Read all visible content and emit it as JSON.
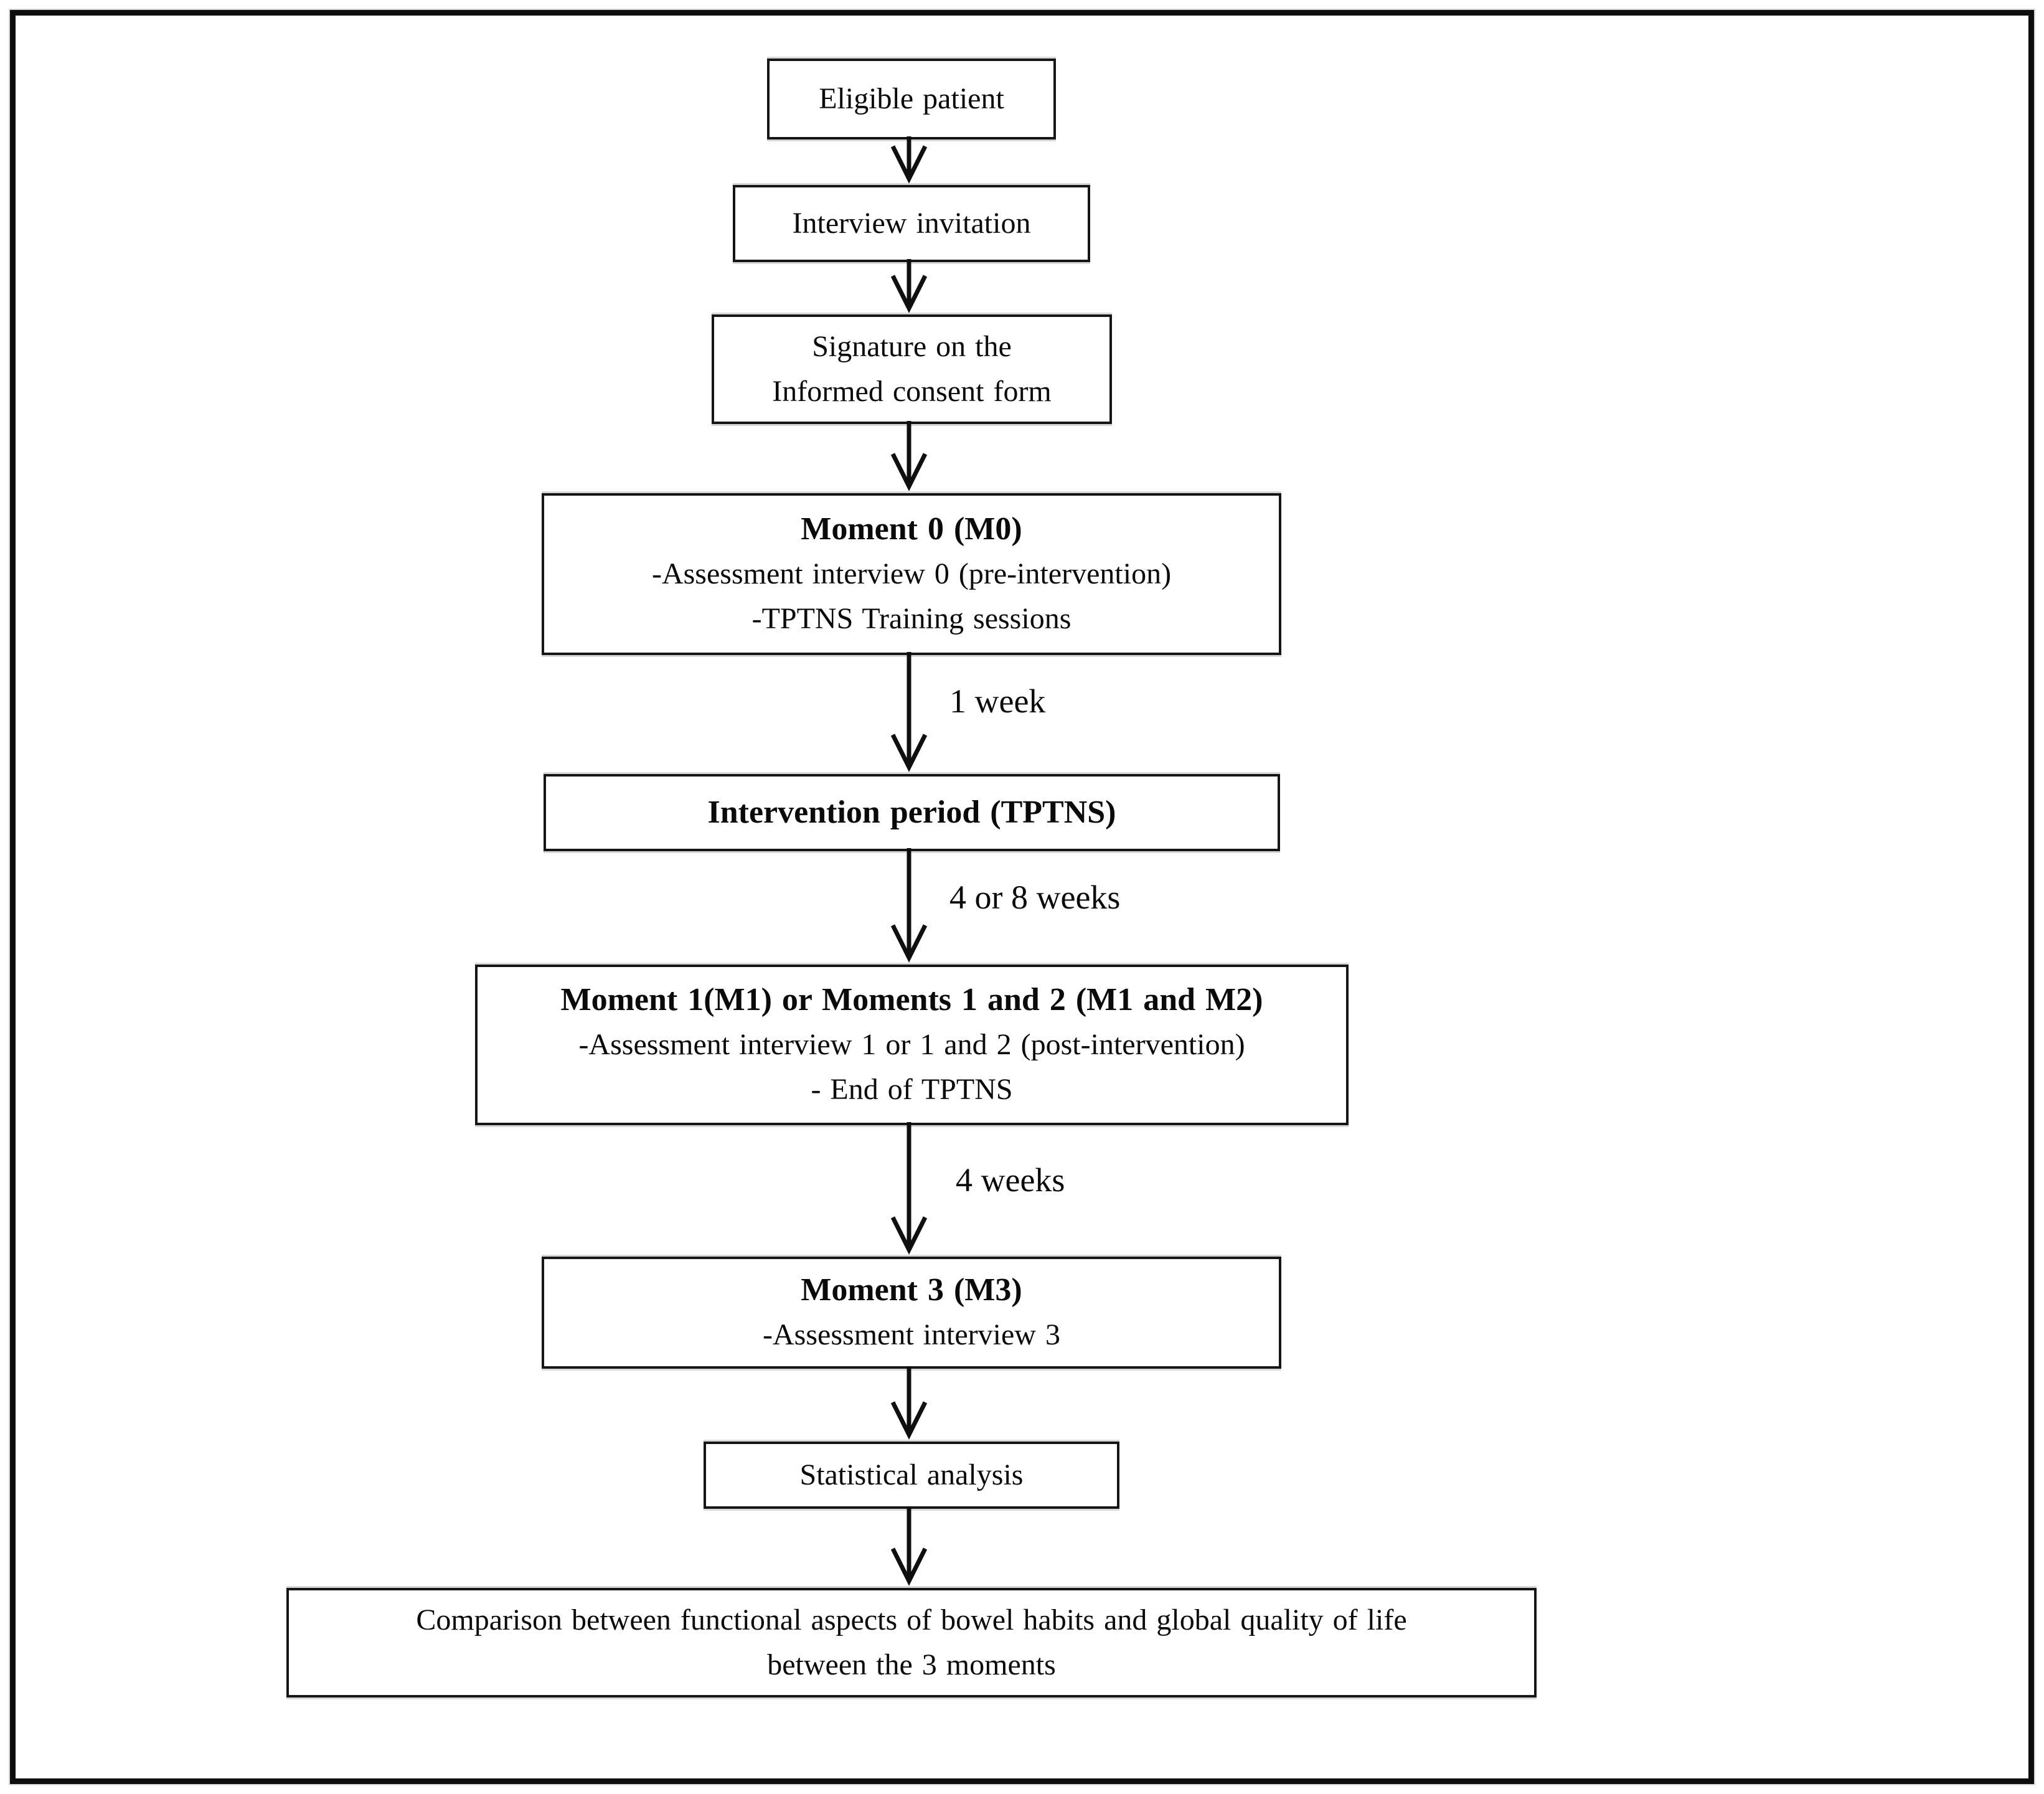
{
  "diagram": {
    "type": "flowchart",
    "direction": "top-down",
    "colors": {
      "background": "#ffffff",
      "outer_border": "#0d0d0d",
      "box_border": "#161616",
      "text": "#0a0a0a",
      "arrow": "#0f0f0f"
    },
    "nodes": {
      "eligible_patient": {
        "text": "Eligible patient"
      },
      "interview_invitation": {
        "text": "Interview invitation"
      },
      "signature_consent": {
        "line1": "Signature on the",
        "line2": "Informed consent form"
      },
      "moment_0": {
        "title": "Moment 0 (M0)",
        "item1": "-Assessment interview 0 (pre-intervention)",
        "item2": "-TPTNS Training sessions"
      },
      "intervention_period": {
        "title": "Intervention period (TPTNS)"
      },
      "moment_1_2": {
        "title": "Moment 1(M1) or Moments 1 and 2 (M1 and M2)",
        "item1": "-Assessment interview 1 or 1 and 2 (post-intervention)",
        "item2": "- End of TPTNS"
      },
      "moment_3": {
        "title": "Moment 3 (M3)",
        "item1": "-Assessment interview 3"
      },
      "statistical_analysis": {
        "text": "Statistical analysis"
      },
      "comparison": {
        "line1": "Comparison between functional aspects of bowel habits and global quality of life",
        "line2": "between the 3 moments"
      }
    },
    "edge_labels": {
      "m0_to_intervention": "1 week",
      "intervention_to_m1": "4 or 8 weeks",
      "m1_to_m3": "4 weeks"
    }
  }
}
